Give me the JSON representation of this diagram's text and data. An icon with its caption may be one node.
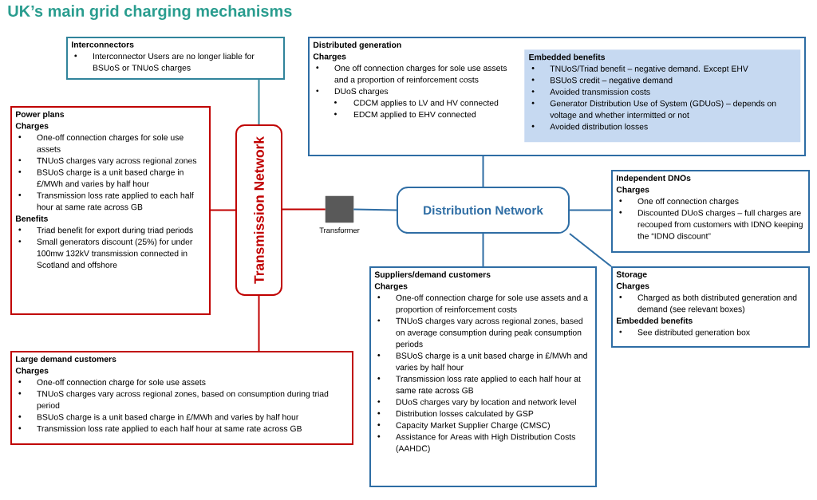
{
  "diagram": {
    "title": "UK’s main grid charging mechanisms",
    "nodes": [
      {
        "text": [
          "Interconnectors",
          "Interconnector Users are no longer liable for BSUoS or TNUoS charges"
        ]
      },
      {
        "text": [
          "Power plans",
          "Charges",
          "One-off connection charges for sole use assets",
          "TNUoS charges vary across regional zones",
          "BSUoS charge is a unit based charge in £/MWh and varies by half hour",
          "Transmission loss rate applied to each half hour at same rate across GB",
          "Benefits",
          "Triad benefit for export during triad periods",
          "Small generators discount (25%) for under 100mw 132kV transmission connected in Scotland and offshore"
        ]
      },
      {
        "text": [
          "Transmission Network"
        ]
      },
      {
        "text": [
          "Distributed generation",
          "Charges",
          "One off connection charges for sole use assets and a proportion of reinforcement costs",
          "DUoS charges",
          "CDCM applies to LV and HV connected",
          "EDCM applied to EHV connected"
        ]
      },
      {
        "text": [
          "Embedded benefits",
          "TNUoS/Triad benefit – negative demand. Except EHV",
          "BSUoS credit – negative demand",
          "Avoided transmission costs",
          "Generator Distribution Use of System (GDUoS) – depends on voltage and whether intermitted or not",
          "Avoided distribution losses"
        ],
        "in": 3
      },
      {
        "text": [],
        "shape": "box",
        "beside": [
          "Transformer"
        ]
      },
      {
        "text": [
          "Distribution Network"
        ]
      },
      {
        "text": [
          "Independent DNOs",
          "Charges",
          "One off connection charges",
          "Discounted DUoS charges – full charges are recouped from customers with IDNO keeping the “IDNO discount”"
        ]
      },
      {
        "text": [
          "Storage",
          "Charges",
          "Charged as both distributed generation and demand (see relevant boxes)",
          "Embedded benefits",
          "See distributed generation box"
        ]
      },
      {
        "text": [
          "Large demand customers",
          "Charges",
          "One-off connection charge for sole use assets",
          "TNUoS charges vary across regional zones, based on consumption during triad period",
          "BSUoS charge is a unit based charge in £/MWh and varies by half hour",
          "Transmission loss rate applied to each half hour at same rate across GB"
        ]
      },
      {
        "text": [
          "Suppliers/demand customers",
          "Charges",
          "One-off connection charge for sole use assets and a proportion of reinforcement costs",
          "TNUoS charges vary across regional zones, based on average consumption during peak consumption periods",
          "BSUoS charge is a unit based charge in £/MWh and varies by half hour",
          "Transmission loss rate applied to each half hour at same rate across GB",
          "DUoS charges vary by location and network level",
          "Distribution losses calculated by GSP",
          "Capacity Market Supplier Charge (CMSC)",
          "Assistance for Areas with High Distribution Costs (AAHDC)"
        ]
      }
    ],
    "edges": [
      {
        "from": 0,
        "to": 2,
        "arrow": "none",
        "color": "#31849b"
      },
      {
        "from": 1,
        "to": 2,
        "arrow": "none",
        "color": "#c00000"
      },
      {
        "from": 2,
        "to": 5,
        "arrow": "none",
        "color": "#c00000"
      },
      {
        "from": 2,
        "to": 9,
        "arrow": "none",
        "color": "#c00000"
      },
      {
        "from": 5,
        "to": 6,
        "arrow": "none"
      },
      {
        "from": 3,
        "to": 6,
        "arrow": "none"
      },
      {
        "from": 6,
        "to": 7,
        "arrow": "none"
      },
      {
        "from": 6,
        "to": 8,
        "arrow": "none"
      },
      {
        "from": 6,
        "to": 10,
        "arrow": "none"
      }
    ]
  }
}
